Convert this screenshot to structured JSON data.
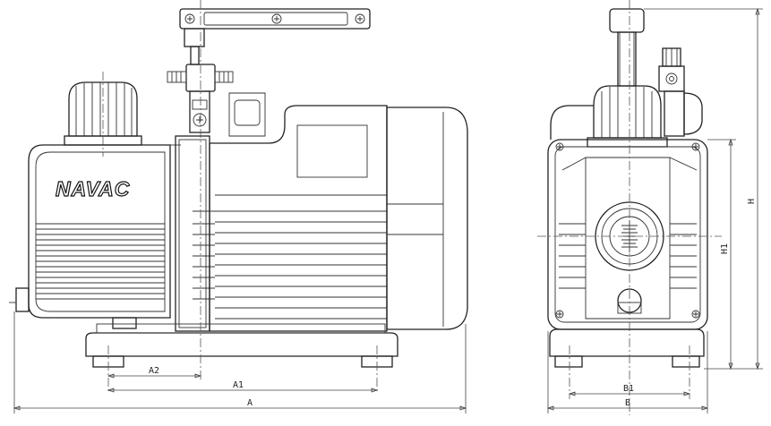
{
  "brand": {
    "logo_text": "NAVAC"
  },
  "dimensions": {
    "a": "A",
    "a1": "A1",
    "a2": "A2",
    "b": "B",
    "b1": "B1",
    "h": "H",
    "h1": "H1"
  }
}
